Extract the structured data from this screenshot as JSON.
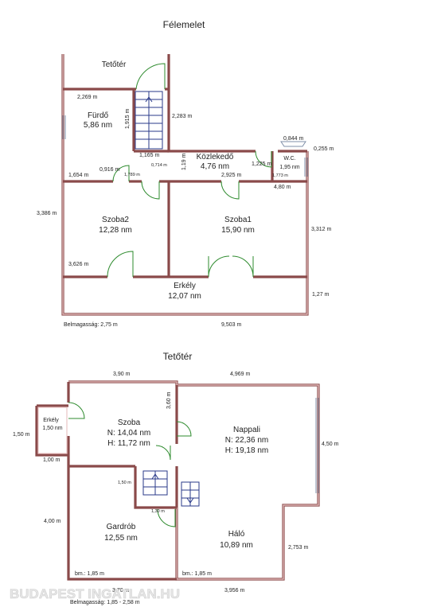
{
  "upper": {
    "title": "Félemelet",
    "roof_label": "Tetőtér",
    "rooms": {
      "furdo": {
        "name": "Fürdő",
        "area": "5,86 nm"
      },
      "kozl": {
        "name": "Közlekedő",
        "area": "4,76 nm"
      },
      "wc": {
        "name": "W.C.",
        "area": "1,95 nm"
      },
      "szoba2": {
        "name": "Szoba2",
        "area": "12,28 nm"
      },
      "szoba1": {
        "name": "Szoba1",
        "area": "15,90 nm"
      },
      "erkely": {
        "name": "Erkély",
        "area": "12,07 nm"
      }
    },
    "dims": {
      "d2269": "2,269 m",
      "d1915": "1,915 m",
      "d2283": "2,283 m",
      "d1165": "1,165 m",
      "d0844": "0,844 m",
      "d0255": "0,255 m",
      "d1654": "1,654 m",
      "d0916": "0,916 m",
      "d1789": "1,789 m",
      "d0714": "0,714 m",
      "d119": "1,19 m",
      "d2925": "2,925 m",
      "d1225": "1,225 m",
      "d1773": "1,773 m",
      "d480": "4,80 m",
      "d3386": "3,386 m",
      "d3312": "3,312 m",
      "d3626": "3,626 m",
      "d127": "1,27 m",
      "d9503": "9,503 m"
    },
    "ceiling": "Belmagasság: 2,75 m"
  },
  "attic": {
    "title": "Tetőtér",
    "rooms": {
      "erkely": {
        "name": "Erkély",
        "area": "1,50 nm"
      },
      "szoba": {
        "name": "Szoba",
        "n": "N: 14,04 nm",
        "h": "H: 11,72 nm"
      },
      "nappali": {
        "name": "Nappali",
        "n": "N: 22,36 nm",
        "h": "H: 19,18 nm"
      },
      "gardrob": {
        "name": "Gardrób",
        "area": "12,55 nm"
      },
      "halo": {
        "name": "Háló",
        "area": "10,89 nm"
      }
    },
    "dims": {
      "d390": "3,90 m",
      "d4969": "4,969 m",
      "d360": "3,60 m",
      "d150a": "1,50 m",
      "d450": "4,50 m",
      "d100": "1,00 m",
      "d150b": "1,50 m",
      "d130": "1,30 m",
      "d400": "4,00 m",
      "d2753": "2,753 m",
      "bm1": "bm.: 1,85 m",
      "bm2": "bm.: 1,85 m",
      "d370": "3,70 m",
      "d3956": "3,956 m"
    },
    "ceiling": "Belmagasság: 1,85 - 2,58 m"
  },
  "watermark": "BUDAPEST INGATLAN.HU",
  "colors": {
    "wall": "#8a4a4a",
    "door": "#2e8b2e",
    "stair": "#2a3a8a"
  }
}
